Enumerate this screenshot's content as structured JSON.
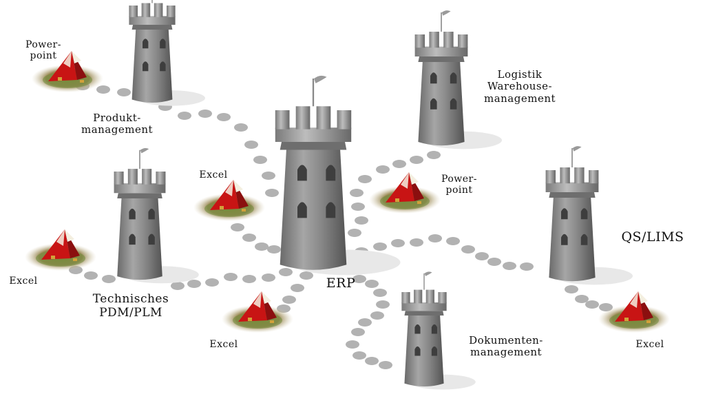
{
  "diagram": {
    "towers": [
      {
        "id": "erp",
        "label": "ERP"
      },
      {
        "id": "produkt",
        "label_lines": [
          "Produkt-",
          "management"
        ]
      },
      {
        "id": "logistik",
        "label_lines": [
          "Logistik",
          "Warehouse-",
          "management"
        ]
      },
      {
        "id": "technisch",
        "label_lines": [
          "Technisches",
          "PDM/PLM"
        ]
      },
      {
        "id": "qs",
        "label": "QS/LIMS"
      },
      {
        "id": "dokumente",
        "label_lines": [
          "Dokumenten-",
          "management"
        ]
      }
    ],
    "camps": [
      {
        "id": "camp-powerpoint-topleft",
        "label_lines": [
          "Power-",
          "point"
        ]
      },
      {
        "id": "camp-excel-center",
        "label": "Excel"
      },
      {
        "id": "camp-powerpoint-center",
        "label_lines": [
          "Power-",
          "point"
        ]
      },
      {
        "id": "camp-excel-left",
        "label": "Excel"
      },
      {
        "id": "camp-excel-bottom",
        "label": "Excel"
      },
      {
        "id": "camp-excel-right",
        "label": "Excel"
      }
    ],
    "colors": {
      "tower": "#8e8e8e",
      "tower_dark": "#5f5f5f",
      "tower_light": "#b4b4b4",
      "stone": "#b2b2b2",
      "shadow": "#e6e6e6",
      "tent_red": "#c81414",
      "tent_white": "#f4efe0",
      "grass": "#6f8a3a"
    }
  }
}
